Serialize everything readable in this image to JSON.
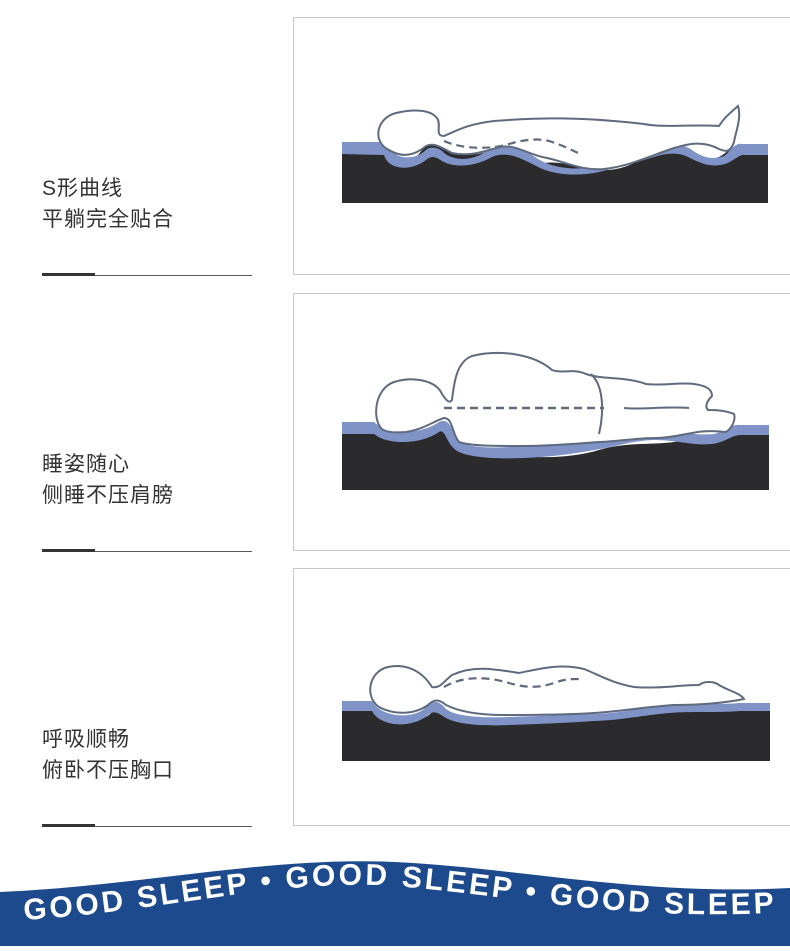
{
  "panels": [
    {
      "line1": "S形曲线",
      "line2": "平躺完全贴合",
      "posture_icon": "supine-body-icon"
    },
    {
      "line1": "睡姿随心",
      "line2": "侧睡不压肩膀",
      "posture_icon": "side-sleeping-body-icon"
    },
    {
      "line1": "呼吸顺畅",
      "line2": "俯卧不压胸口",
      "posture_icon": "prone-body-icon"
    }
  ],
  "banner": {
    "text": "GOOD SLEEP • GOOD SLEEP • GOOD SLEEP",
    "color": "#1c4a8c"
  },
  "colors": {
    "foam_layer": "#7f93c6",
    "mattress_base": "#2b2b2d",
    "outline": "#5f6a7e",
    "caption_text": "#333333"
  }
}
